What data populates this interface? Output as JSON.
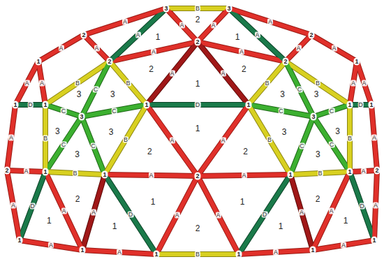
{
  "diagram": {
    "labels": [
      "B",
      "A",
      "A",
      "A",
      "A",
      "A",
      "A",
      "A",
      "A",
      "B",
      "B",
      "D",
      "A",
      "A",
      "A",
      "A",
      "A",
      "A",
      "A",
      "A",
      "A",
      "A",
      "B",
      "B",
      "C",
      "C",
      "C",
      "C",
      "C",
      "C",
      "C",
      "C",
      "C",
      "C",
      "B",
      "B",
      "B",
      "B",
      "B",
      "B",
      "D",
      "D",
      "A",
      "A",
      "A",
      "A",
      "A",
      "A",
      "A",
      "A",
      "D",
      "D",
      "A",
      "A",
      "B",
      "A",
      "A",
      "A",
      "A",
      "D",
      "D",
      "A",
      "A",
      "A",
      "A",
      "A",
      "A",
      "2",
      "1",
      "1",
      "2",
      "2",
      "1",
      "1",
      "2",
      "1",
      "1",
      "2",
      "2",
      "1",
      "1",
      "3",
      "3",
      "3",
      "3",
      "3",
      "3",
      "3",
      "3",
      "3",
      "3",
      "2",
      "2",
      "1",
      "1",
      "3",
      "3",
      "2",
      "2",
      "2",
      "1",
      "1",
      "3",
      "3",
      "1",
      "1",
      "1",
      "1",
      "2",
      "1",
      "1",
      "2",
      "2",
      "1",
      "1",
      "1",
      "1",
      "1",
      "1",
      "2",
      "2",
      "1",
      "1",
      "1",
      "1"
    ]
  }
}
